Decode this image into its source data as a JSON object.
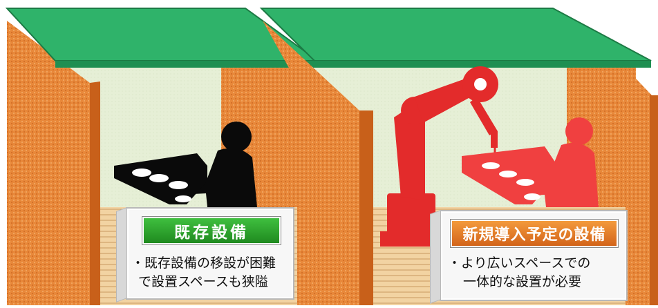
{
  "existing": {
    "title": "既存設備",
    "lines": [
      "・既存設備の移設が困難",
      "で設置スペースも狭隘"
    ]
  },
  "planned": {
    "title": "新規導入予定の設備",
    "lines": [
      "・より広いスペースでの",
      "一体的な設置が必要"
    ]
  },
  "colors": {
    "roof": "#2fb36a",
    "wall": "#e8883a",
    "wall_edge": "#c8601a",
    "interior": "#e8f0d8",
    "floor": "#f0c890",
    "silhouette_existing": "#0a0a0a",
    "robot": "#e32b2b",
    "worker_planned": "#f04040"
  }
}
